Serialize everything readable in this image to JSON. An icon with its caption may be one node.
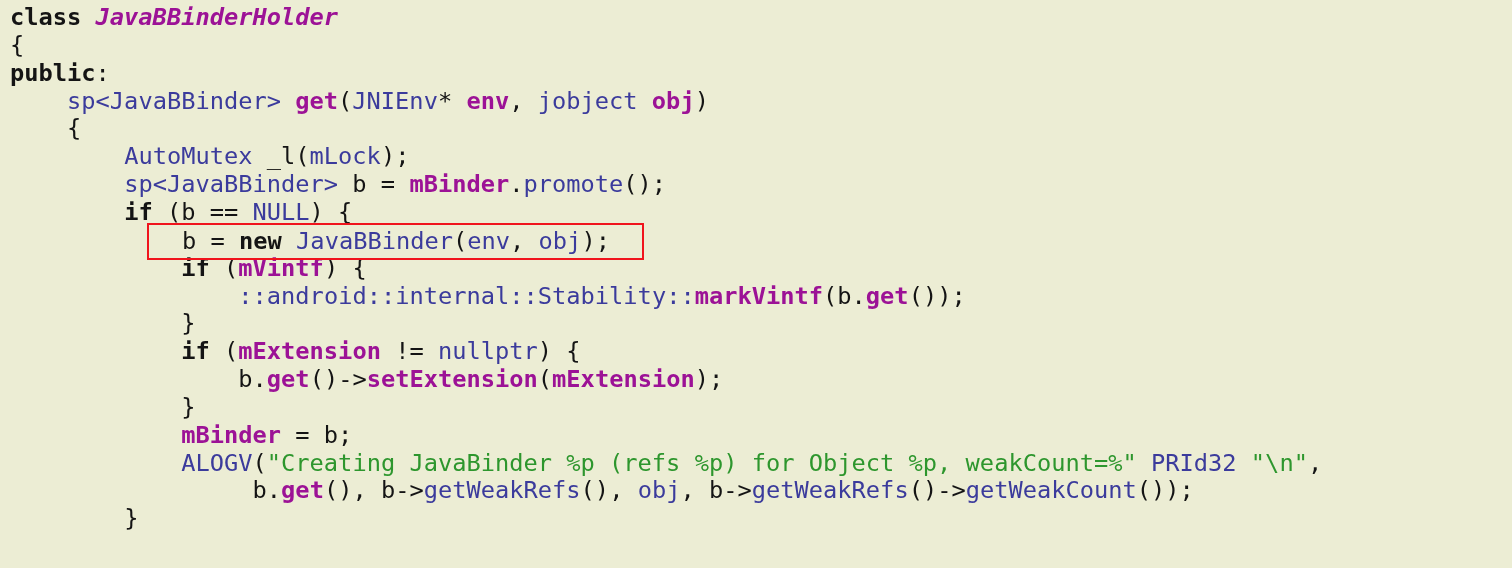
{
  "diagram": {
    "nodes": [
      {
        "text": [
          "b = new JavaBBinder(env, obj);"
        ]
      }
    ],
    "labels": [
      "class JavaBBinderHolder",
      "{",
      "public:",
      "sp<JavaBBinder> get(JNIEnv* env, jobject obj)",
      "{",
      "AutoMutex _l(mLock);",
      "sp<JavaBBinder> b = mBinder.promote();",
      "if (b == NULL) {",
      "if (mVintf) {",
      "::android::internal::Stability::markVintf(b.get());",
      "}",
      "if (mExtension != nullptr) {",
      "b.get()->setExtension(mExtension);",
      "}",
      "mBinder = b;",
      "ALOGV(\"Creating JavaBinder %p (refs %p) for Object %p, weakCount=%\" PRId32 \"\\n\",",
      "b.get(), b->getWeakRefs(), obj, b->getWeakRefs()->getWeakCount());",
      "}"
    ]
  }
}
